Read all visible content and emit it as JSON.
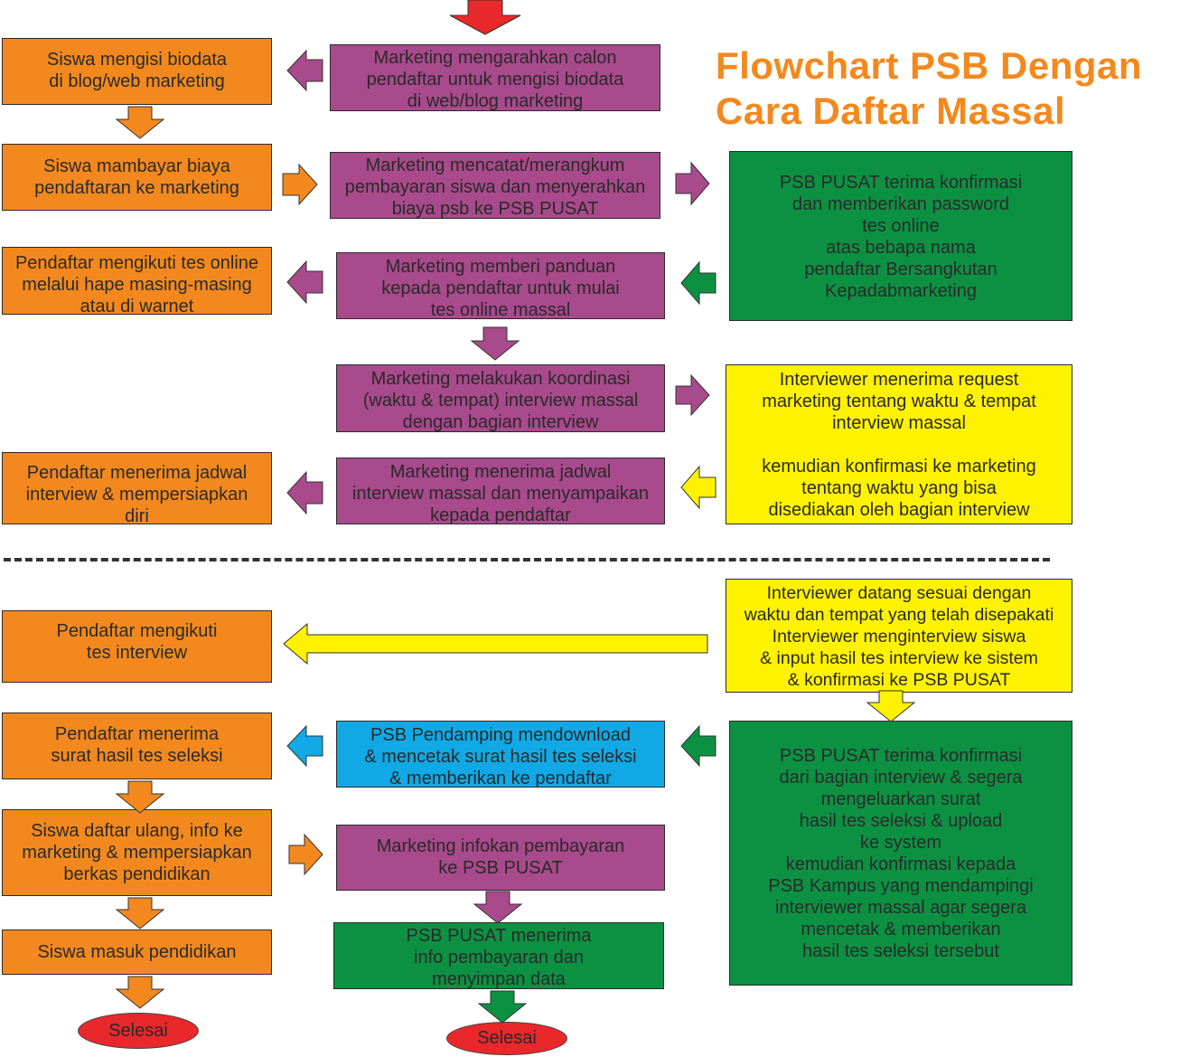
{
  "title": "Flowchart PSB Dengan\nCara Daftar Massal",
  "colors": {
    "orange": "#f3891e",
    "purple": "#a84a8c",
    "green": "#0c9142",
    "yellow": "#fff200",
    "blue": "#10a9e6",
    "red": "#e8282a"
  },
  "steps": {
    "student_fill_biodata": "Siswa mengisi biodata\ndi blog/web marketing",
    "marketing_direct": "Marketing mengarahkan calon\npendaftar untuk mengisi biodata\ndi web/blog marketing",
    "student_pay": "Siswa mambayar biaya\npendaftaran ke marketing",
    "marketing_record": "Marketing mencatat/merangkum\npembayaran siswa dan menyerahkan\nbiaya psb ke PSB PUSAT",
    "psb_confirm_password": "PSB PUSAT terima konfirmasi\ndan memberikan password\ntes online\natas bebapa nama\npendaftar Bersangkutan\nKepadabmarketing",
    "applicant_online_test": "Pendaftar mengikuti tes online\nmelalui hape masing-masing\natau di warnet",
    "marketing_guide": "Marketing memberi panduan\nkepada pendaftar untuk mulai\ntes online massal",
    "marketing_coordinate": "Marketing melakukan koordinasi\n(waktu & tempat) interview massal\ndengan bagian interview",
    "interviewer_request": "Interviewer menerima request\nmarketing tentang waktu & tempat\ninterview massal\n\nkemudian konfirmasi ke marketing\ntentang waktu yang bisa\ndisediakan oleh bagian interview",
    "applicant_schedule": "Pendaftar menerima jadwal\ninterview & mempersiapkan\ndiri",
    "marketing_schedule": "Marketing menerima jadwal\ninterview massal dan menyampaikan\nkepada pendaftar",
    "interviewer_arrive": "Interviewer datang sesuai dengan\nwaktu dan tempat yang telah disepakati\nInterviewer menginterview siswa\n& input hasil tes interview ke sistem\n& konfirmasi ke PSB PUSAT",
    "applicant_interview": "Pendaftar mengikuti\ntes interview",
    "applicant_letter": "Pendaftar menerima\nsurat hasil tes seleksi",
    "psb_assistant_download": "PSB Pendamping mendownload\n& mencetak surat hasil tes seleksi\n& memberikan ke pendaftar",
    "psb_confirm_interview": "PSB PUSAT terima konfirmasi\ndari bagian interview & segera\nmengeluarkan surat\nhasil tes seleksi & upload\nke system\nkemudian konfirmasi kepada\nPSB Kampus yang mendampingi\ninterviewer massal agar segera\nmencetak & memberikan\nhasil tes seleksi tersebut",
    "student_reregister": "Siswa daftar ulang, info ke\nmarketing & mempersiapkan\nberkas pendidikan",
    "marketing_info_payment": "Marketing infokan pembayaran\nke PSB PUSAT",
    "student_enter": "Siswa masuk pendidikan",
    "psb_receive_payment": "PSB PUSAT menerima\ninfo pembayaran dan\nmenyimpan data"
  },
  "end_labels": {
    "left": "Selesai",
    "center": "Selesai"
  }
}
